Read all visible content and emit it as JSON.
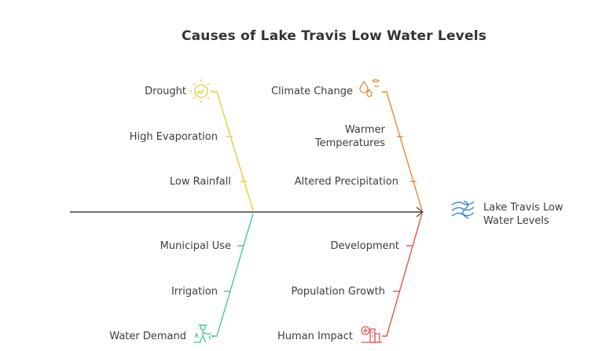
{
  "title": "Causes of Lake Travis Low Water Levels",
  "effect": {
    "line1": "Lake Travis Low",
    "line2": "Water Levels"
  },
  "branches": {
    "drought": {
      "cause": "Drought",
      "color": "#e2d23a",
      "icon": "sun-drought-icon",
      "factors": [
        "High Evaporation",
        "Low Rainfall"
      ]
    },
    "climate": {
      "cause": "Climate Change",
      "color": "#e0893a",
      "icon": "thermometer-drops-icon",
      "factors": [
        [
          "Warmer",
          "Temperatures"
        ],
        "Altered Precipitation"
      ]
    },
    "water_demand": {
      "cause": "Water Demand",
      "color": "#4fc98a",
      "icon": "farmer-watering-icon",
      "factors": [
        "Municipal Use",
        "Irrigation"
      ]
    },
    "human": {
      "cause": "Human Impact",
      "color": "#e0574f",
      "icon": "city-buildings-icon",
      "factors": [
        "Development",
        "Population Growth"
      ]
    }
  },
  "spine_color": "#444444",
  "effect_icon": "water-waves-icon",
  "effect_icon_color": "#3b7fd6"
}
